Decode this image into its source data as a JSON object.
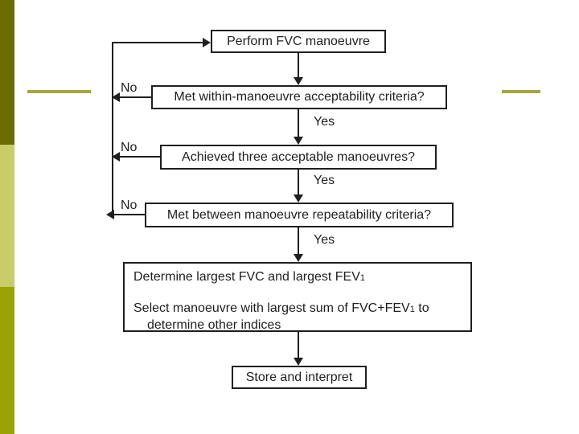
{
  "slide": {
    "background_color": "#ffffff",
    "decoration": {
      "left_bar_top_color": "#6a6b00",
      "left_bar_middle_color": "#c9cc68",
      "left_bar_bottom_color": "#9aa303",
      "accent_line_color": "#a3a63c"
    }
  },
  "flowchart": {
    "line_color": "#1f1f1f",
    "labels": {
      "yes": "Yes",
      "no": "No"
    },
    "nodes": {
      "perform": "Perform FVC manoeuvre",
      "within": "Met within-manoeuvre acceptability criteria?",
      "three": "Achieved three acceptable manoeuvres?",
      "between": "Met between manoeuvre repeatability criteria?",
      "determine": {
        "line1_pre": "Determine largest FVC and largest FEV",
        "line1_sub": "1",
        "line2_pre": "Select manoeuvre with largest sum of FVC+FEV",
        "line2_sub": "1",
        "line2_post": " to",
        "line3": "determine other indices"
      },
      "store": "Store and interpret"
    }
  }
}
